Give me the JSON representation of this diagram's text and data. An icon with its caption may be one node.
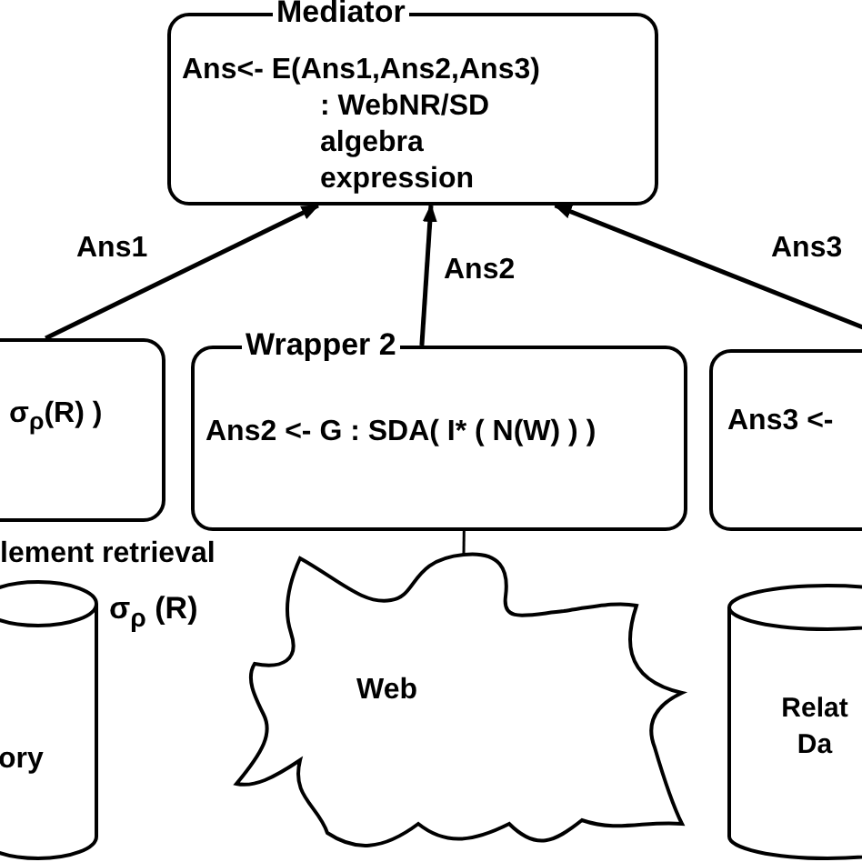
{
  "diagram": {
    "nodes": [
      {
        "text": [
          "Mediator",
          "Ans<- E(Ans1,Ans2,Ans3)",
          ": WebNR/SD algebra expression"
        ]
      },
      {
        "text": [
          "σ$_{ρ}$(R) )"
        ]
      },
      {
        "text": [
          "Wrapper 2",
          "Ans2 <- G : SDA( I* ( N(W) ) )"
        ]
      },
      {
        "text": [
          "Ans3 <-"
        ]
      },
      {
        "text": [
          "ory"
        ]
      },
      {
        "text": [
          "Web"
        ]
      },
      {
        "text": [
          "Relat Da"
        ]
      }
    ],
    "edges": [
      {
        "from": 1,
        "to": 0,
        "arrow": "to",
        "label": "Ans1"
      },
      {
        "from": 2,
        "to": 0,
        "arrow": "to",
        "label": "Ans2"
      },
      {
        "from": 3,
        "to": 0,
        "arrow": "to",
        "label": "Ans3"
      },
      {
        "from": 2,
        "to": 5,
        "arrow": "none"
      }
    ],
    "labels": [
      "lement retrieval",
      "σ$_{ρ}$ (R)"
    ]
  }
}
